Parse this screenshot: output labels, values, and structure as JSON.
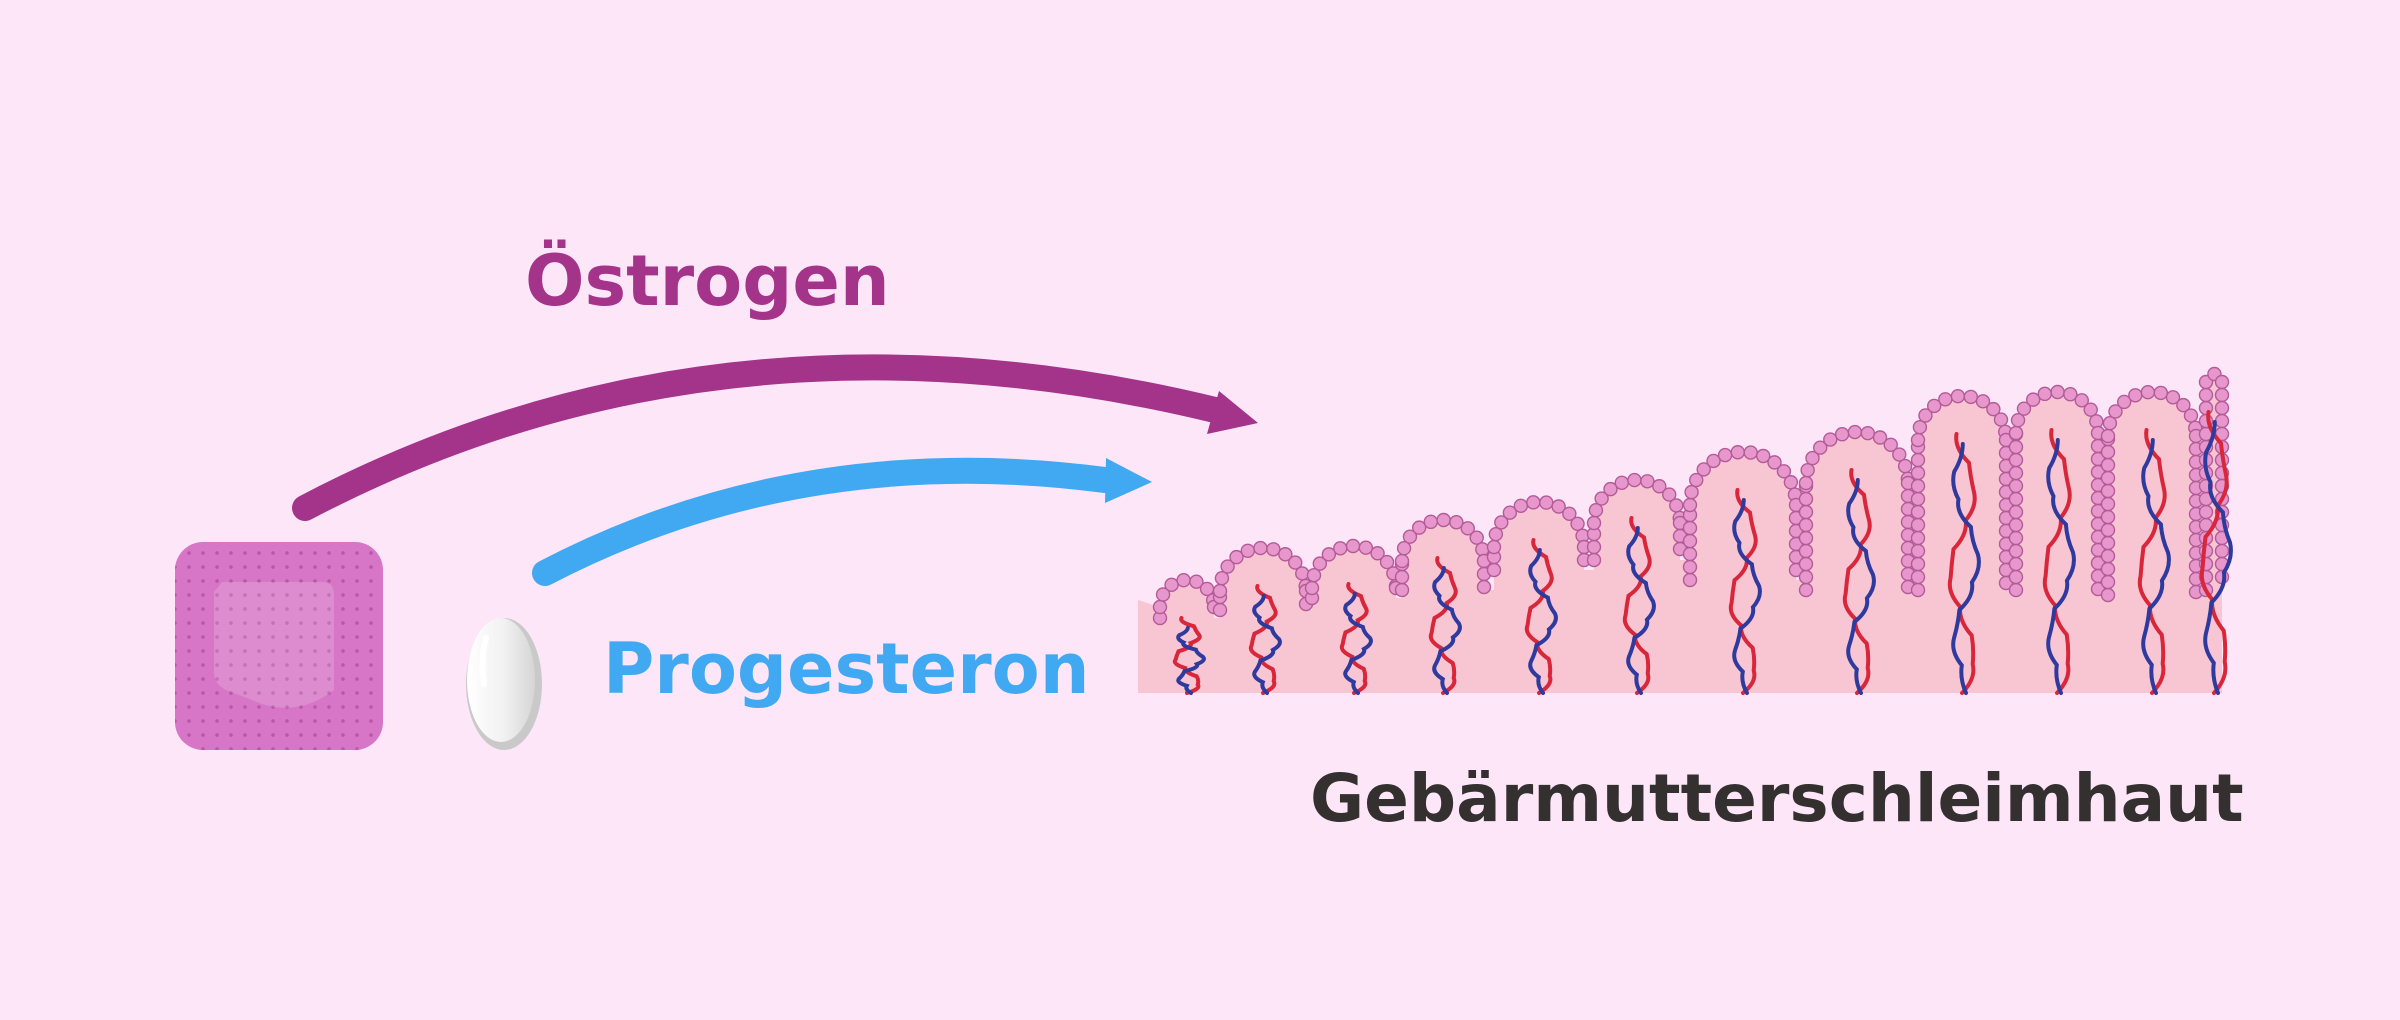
{
  "labels": {
    "estrogen": "Östrogen",
    "progesterone": "Progesteron",
    "endometrium": "Gebärmutterschleimhaut"
  },
  "colors": {
    "background": "#fde6f8",
    "estrogen": "#a4338a",
    "progesterone": "#40a9f1",
    "endometrium_text": "#343030",
    "tissue": "#f8c6d3",
    "epithelium": "#e897cd",
    "artery": "#d8263a",
    "vein": "#2f3a9e",
    "patch": "#d776c6",
    "capsule": "#eeeeee"
  },
  "icons": {
    "patch": "estrogen-patch-icon",
    "capsule": "progesterone-capsule-icon"
  }
}
